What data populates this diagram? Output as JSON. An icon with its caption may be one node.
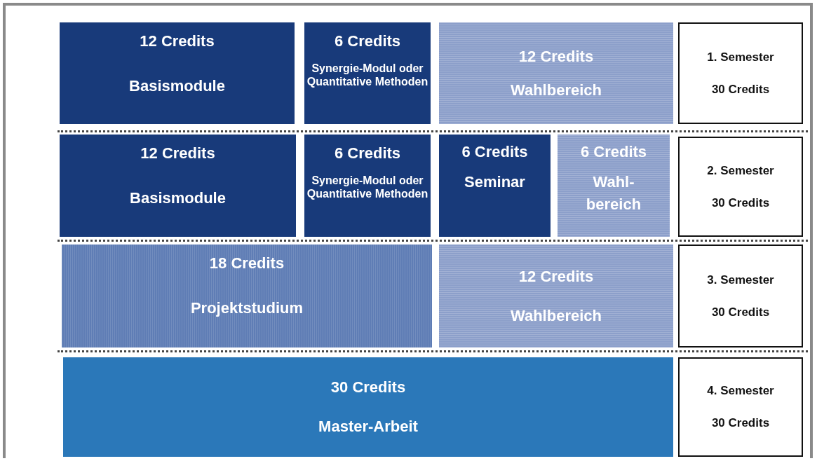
{
  "diagram": {
    "nodes": [
      {
        "text": [
          "12 Credits",
          "Basismodule"
        ]
      },
      {
        "text": [
          "6 Credits",
          "Synergie-Modul oder Quantitative Methoden"
        ]
      },
      {
        "text": [
          "12 Credits",
          "Wahlbereich"
        ]
      },
      {
        "text": [
          "1. Semester",
          "30 Credits"
        ]
      },
      {
        "text": [
          "12 Credits",
          "Basismodule"
        ]
      },
      {
        "text": [
          "6 Credits",
          "Synergie-Modul oder Quantitative Methoden"
        ]
      },
      {
        "text": [
          "6 Credits",
          "Seminar"
        ]
      },
      {
        "text": [
          "6 Credits",
          "Wahl- bereich"
        ]
      },
      {
        "text": [
          "2. Semester",
          "30 Credits"
        ]
      },
      {
        "text": [
          "18 Credits",
          "Projektstudium"
        ]
      },
      {
        "text": [
          "12 Credits",
          "Wahlbereich"
        ]
      },
      {
        "text": [
          "3. Semester",
          "30 Credits"
        ]
      },
      {
        "text": [
          "30 Credits",
          "Master-Arbeit"
        ]
      },
      {
        "text": [
          "4. Semester",
          "30 Credits"
        ]
      }
    ],
    "edges": []
  }
}
